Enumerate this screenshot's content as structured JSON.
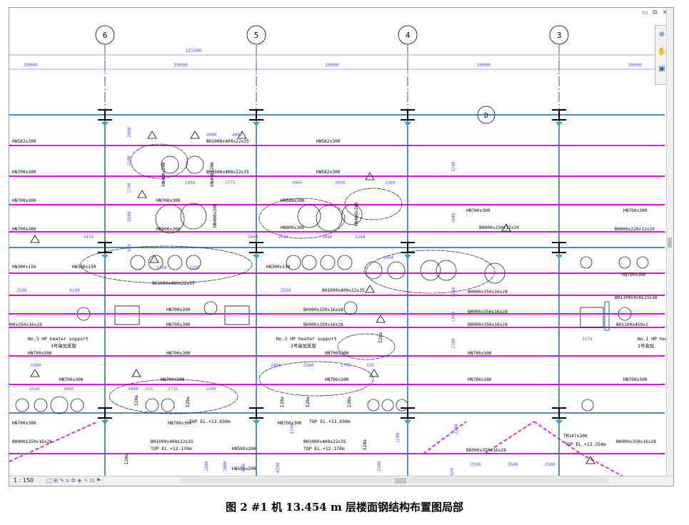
{
  "caption": "图 2   #1 机 13.454 m 层楼面钢结构布置图局部",
  "window": {
    "controls": "▭ ⧉ ✕"
  },
  "nav_panel": {
    "buttons": [
      "⊕",
      "✋",
      "▣"
    ]
  },
  "statusbar": {
    "scale": "1 : 150",
    "icons": "□⊞✎⌂⚙◈☼⊡⚑"
  },
  "colors": {
    "beam": "#e800e8",
    "column_line": "#1060b8",
    "dim": "#5050ff",
    "grid": "#000000",
    "cloud": "#333333"
  },
  "grid_axes": [
    "6",
    "5",
    "4",
    "3"
  ],
  "grid_row_label": "D",
  "top_dimensions": {
    "total": "152500",
    "spans": [
      "10000",
      "10000",
      "10000",
      "10000",
      "10000"
    ]
  },
  "beam_labels": [
    "HW582x300",
    "BH1000x400x22x35",
    "HW582x300",
    "HN700x300",
    "BH1000x400x22x35",
    "HW582x300",
    "HN700x300",
    "HN700x300",
    "HN588x300",
    "HN700x300",
    "HN700x300",
    "HN700x300",
    "HN800x300",
    "HN800x300",
    "BH600x220x12x20",
    "BH600x220x12x20",
    "HN300x150",
    "HN300x150",
    "HN300x150",
    "HN700x300",
    "BH1000x400x22x35",
    "BH1000x400x22x35",
    "BH900x350x16x28",
    "BH1100x450x25x38",
    "BH900x350x16x28",
    "BH900x350x16x28",
    "HN700x300",
    "BH900x350x16x28",
    "BH1100x450x2",
    "HN700x300",
    "BH900x350x16x28",
    "BH900x350x16x28",
    "HN700x300",
    "HN700x300",
    "HN700x300",
    "HN700x300",
    "HN700x300",
    "HN700x300",
    "HN700x300",
    "HN700x300",
    "HN700x300",
    "HN700x300",
    "HN700x300",
    "HN700x300",
    "BH900x350x16x28",
    "BH1000x400x22x35",
    "BH1000x400x22x35",
    "BH900x350x16x28",
    "BH900x350x16x28",
    "HN500x200",
    "HN500x200",
    "TM147x200",
    "I20a",
    "I20a",
    "I20a",
    "I20a",
    "I20a",
    "I20a",
    "I20a",
    "I20a",
    "HN400x200",
    "HN400x200",
    "HN400x200",
    "HN400x200"
  ],
  "notes": [
    "No.3 HP heater support",
    "3号高加支座",
    "No.2 HP heater support",
    "2号高加支座",
    "No.1 HP hea",
    "1号高加",
    "TOP EL.+13.650m",
    "TOP EL.+13.650m",
    "TOP EL.+12.170m",
    "TOP EL.+12.170m",
    "TOP EL.+13.254m"
  ],
  "dimensions": [
    "2450",
    "3775",
    "3965",
    "2050",
    "2300",
    "3150",
    "2000",
    "1510",
    "3440",
    "1260",
    "1450",
    "2350",
    "2050",
    "2500",
    "4100",
    "2500",
    "6380",
    "2400",
    "1560",
    "2705",
    "335",
    "2550",
    "3400",
    "3000",
    "335",
    "2715",
    "1500",
    "3174",
    "2500",
    "2500",
    "2500",
    "2000",
    "2200",
    "1790",
    "2500",
    "900",
    "1640",
    "1240",
    "1940",
    "1790",
    "3200",
    "4000",
    "4000",
    "1500",
    "1800",
    "800",
    "920",
    "2200",
    "1200",
    "2340",
    "4200",
    "3190"
  ]
}
